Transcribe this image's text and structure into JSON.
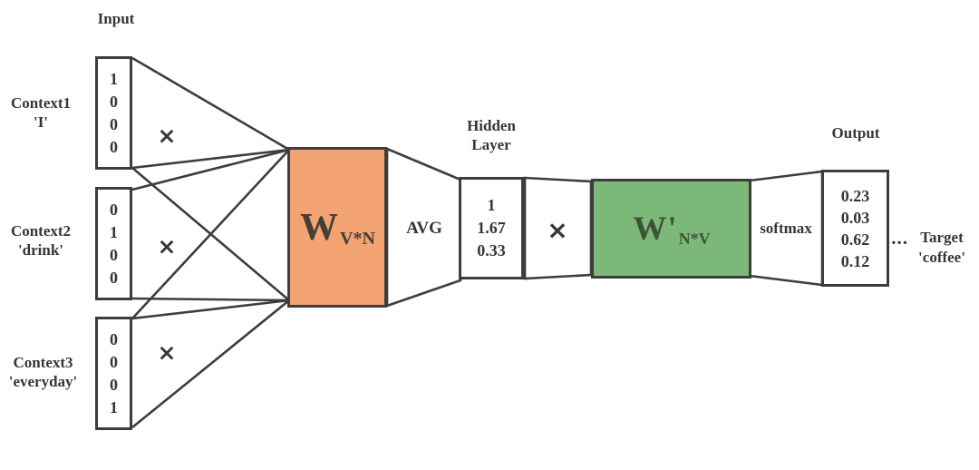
{
  "labels": {
    "input": "Input",
    "hidden_line1": "Hidden",
    "hidden_line2": "Layer",
    "output": "Output",
    "avg": "AVG",
    "softmax": "softmax",
    "multiply": "×",
    "dots": "....",
    "target_line1": "Target",
    "target_line2": "'coffee'"
  },
  "contexts": [
    {
      "name": "Context1",
      "word": "'I'",
      "values": [
        "1",
        "0",
        "0",
        "0"
      ]
    },
    {
      "name": "Context2",
      "word": "'drink'",
      "values": [
        "0",
        "1",
        "0",
        "0"
      ]
    },
    {
      "name": "Context3",
      "word": "'everyday'",
      "values": [
        "0",
        "0",
        "0",
        "1"
      ]
    }
  ],
  "weights": {
    "input_hidden": {
      "symbol": "W",
      "subscript": "V*N"
    },
    "hidden_output": {
      "symbol": "W'",
      "subscript": "N*V"
    }
  },
  "hidden": {
    "values": [
      "1",
      "1.67",
      "0.33"
    ]
  },
  "output": {
    "values": [
      "0.23",
      "0.03",
      "0.62",
      "0.12"
    ]
  },
  "colors": {
    "input_weight_fill": "#f3a271",
    "output_weight_fill": "#7cb878",
    "stroke": "#3d3d3d",
    "text": "#363636",
    "input_weight_text": "#453f39",
    "output_weight_text": "#3f5239"
  }
}
